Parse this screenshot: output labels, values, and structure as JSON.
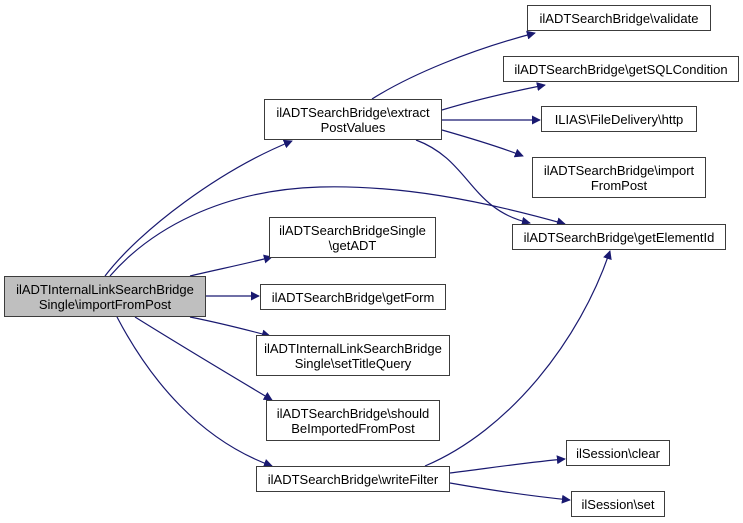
{
  "diagram": {
    "type": "call-graph",
    "edge_color": "#191970",
    "root_fill": "#bfbfbf",
    "nodes": [
      {
        "id": "root",
        "label": "ilADTInternalLinkSearchBridge\nSingle\\importFromPost",
        "is_root": true
      },
      {
        "id": "extract",
        "label": "ilADTSearchBridge\\extract\nPostValues"
      },
      {
        "id": "getADT",
        "label": "ilADTSearchBridgeSingle\n\\getADT"
      },
      {
        "id": "getForm",
        "label": "ilADTSearchBridge\\getForm"
      },
      {
        "id": "setTitleQuery",
        "label": "ilADTInternalLinkSearchBridge\nSingle\\setTitleQuery"
      },
      {
        "id": "shouldBeImported",
        "label": "ilADTSearchBridge\\should\nBeImportedFromPost"
      },
      {
        "id": "writeFilter",
        "label": "ilADTSearchBridge\\writeFilter"
      },
      {
        "id": "validate",
        "label": "ilADTSearchBridge\\validate"
      },
      {
        "id": "getSQLCondition",
        "label": "ilADTSearchBridge\\getSQLCondition"
      },
      {
        "id": "http",
        "label": "ILIAS\\FileDelivery\\http"
      },
      {
        "id": "importFromPost",
        "label": "ilADTSearchBridge\\import\nFromPost"
      },
      {
        "id": "getElementId",
        "label": "ilADTSearchBridge\\getElementId"
      },
      {
        "id": "sessionClear",
        "label": "ilSession\\clear"
      },
      {
        "id": "sessionSet",
        "label": "ilSession\\set"
      }
    ],
    "edges": [
      {
        "from": "root",
        "to": "extract"
      },
      {
        "from": "root",
        "to": "getElementId"
      },
      {
        "from": "root",
        "to": "getADT"
      },
      {
        "from": "root",
        "to": "getForm"
      },
      {
        "from": "root",
        "to": "setTitleQuery"
      },
      {
        "from": "root",
        "to": "shouldBeImported"
      },
      {
        "from": "root",
        "to": "writeFilter"
      },
      {
        "from": "extract",
        "to": "validate"
      },
      {
        "from": "extract",
        "to": "getSQLCondition"
      },
      {
        "from": "extract",
        "to": "http"
      },
      {
        "from": "extract",
        "to": "importFromPost"
      },
      {
        "from": "extract",
        "to": "getElementId"
      },
      {
        "from": "writeFilter",
        "to": "getElementId"
      },
      {
        "from": "writeFilter",
        "to": "sessionClear"
      },
      {
        "from": "writeFilter",
        "to": "sessionSet"
      }
    ]
  }
}
